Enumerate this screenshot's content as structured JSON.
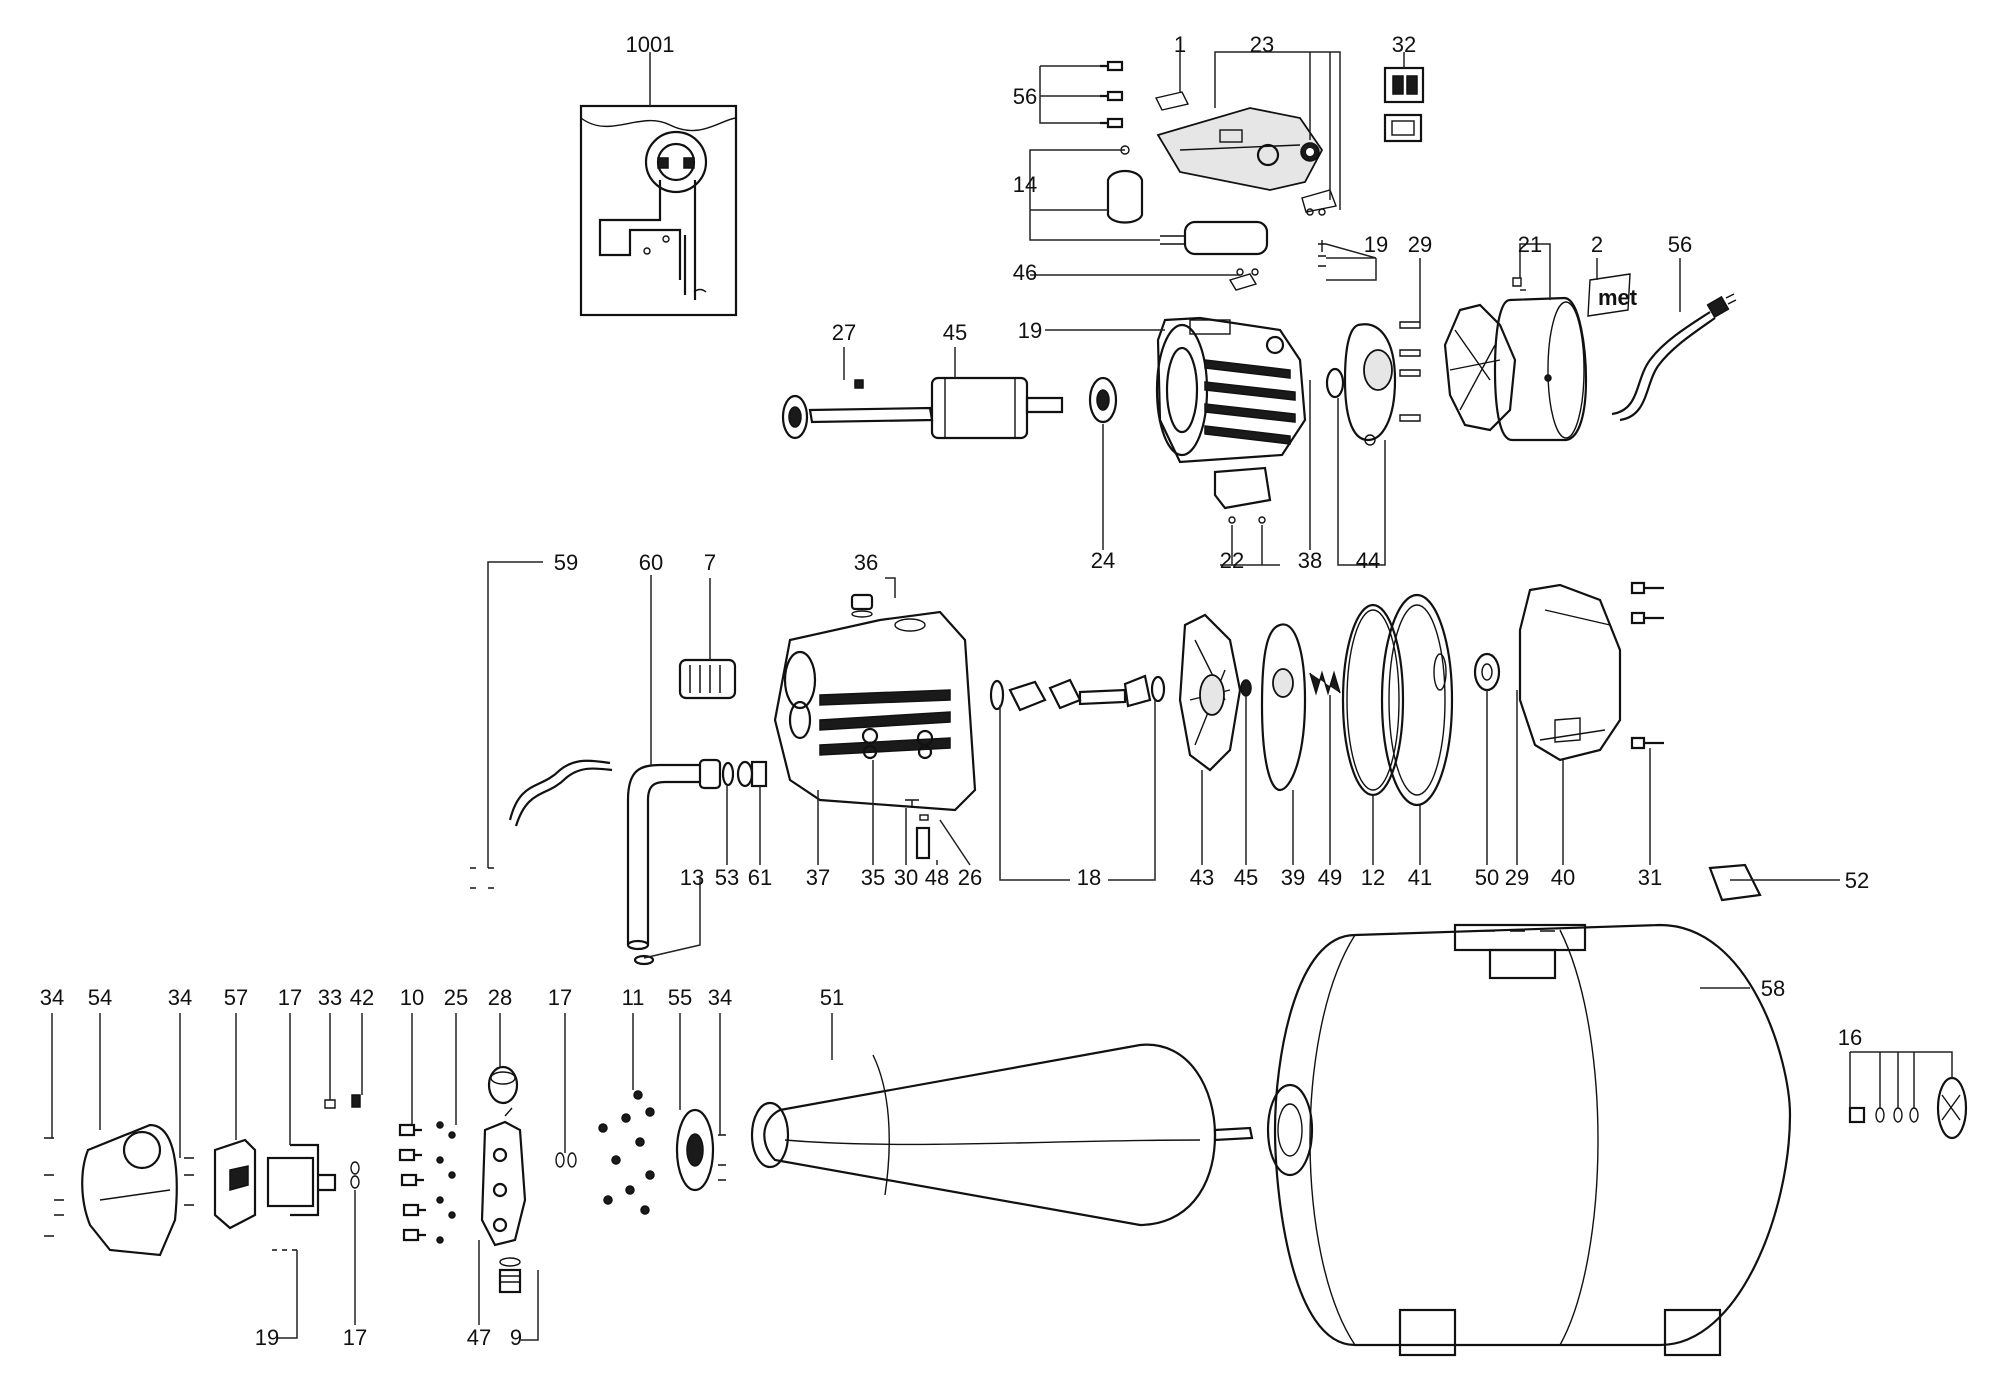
{
  "labels": {
    "l1001": "1001",
    "l1": "1",
    "l23": "23",
    "l32": "32",
    "l56a": "56",
    "l14": "14",
    "l46": "46",
    "l19a": "19",
    "l29a": "29",
    "l21": "21",
    "l2": "2",
    "l56b": "56",
    "l27": "27",
    "l45a": "45",
    "l19b": "19",
    "l24": "24",
    "l22": "22",
    "l38": "38",
    "l44": "44",
    "l59": "59",
    "l60": "60",
    "l7": "7",
    "l36": "36",
    "l37": "37",
    "l35": "35",
    "l30": "30",
    "l48": "48",
    "l26": "26",
    "l18": "18",
    "l43": "43",
    "l45b": "45",
    "l39": "39",
    "l49": "49",
    "l12": "12",
    "l41": "41",
    "l50": "50",
    "l29b": "29",
    "l40": "40",
    "l31": "31",
    "l52": "52",
    "l13": "13",
    "l53": "53",
    "l61": "61",
    "l58": "58",
    "l34a": "34",
    "l54": "54",
    "l34b": "34",
    "l57": "57",
    "l17a": "17",
    "l33": "33",
    "l42": "42",
    "l10": "10",
    "l25": "25",
    "l28": "28",
    "l17b": "17",
    "l11": "11",
    "l55": "55",
    "l34c": "34",
    "l51": "51",
    "l16": "16",
    "l19c": "19",
    "l17c": "17",
    "l47": "47",
    "l9": "9"
  },
  "brand_fragment": "met"
}
